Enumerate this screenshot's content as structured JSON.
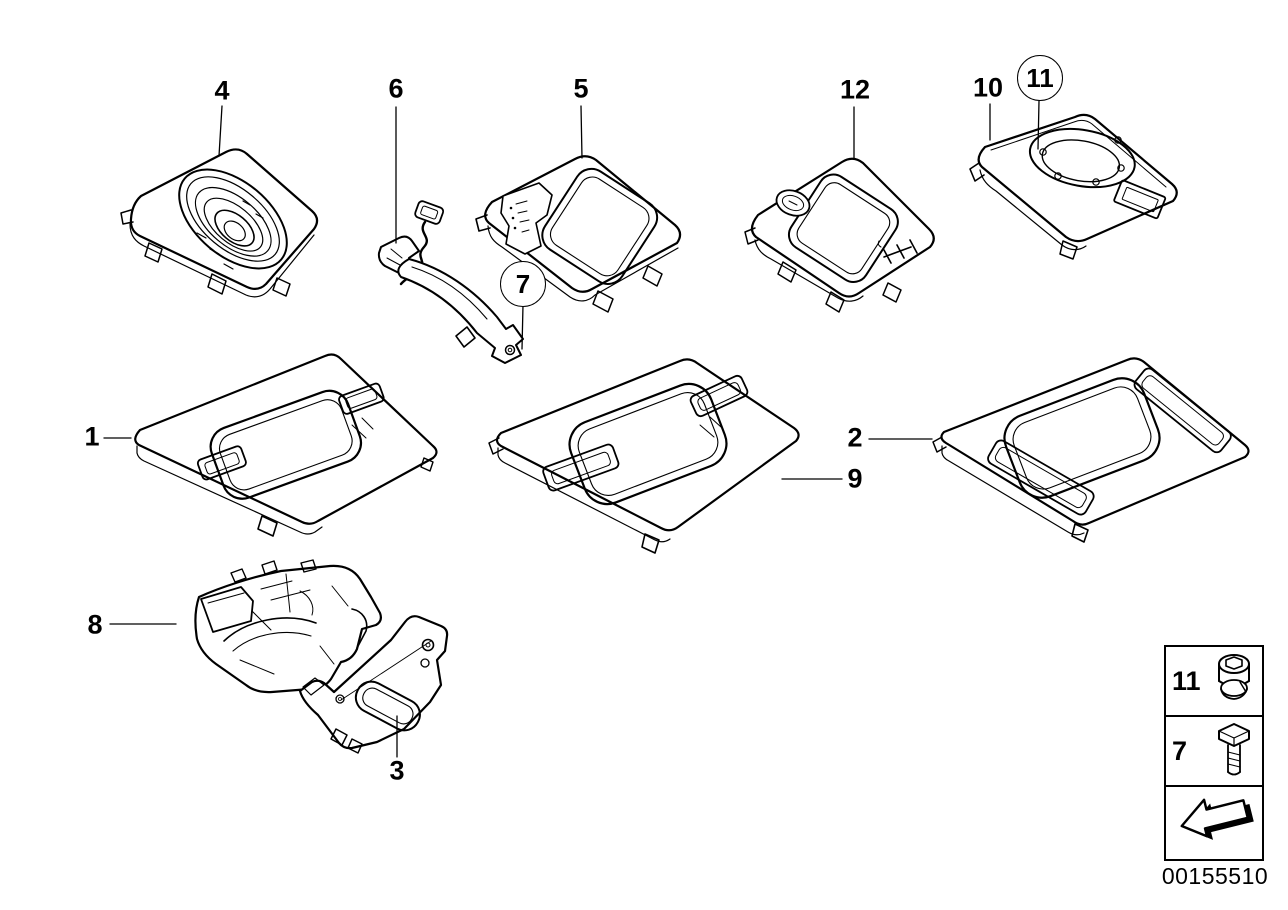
{
  "diagram": {
    "background_color": "#ffffff",
    "line_color": "#000000",
    "drawing_number": "00155510",
    "callouts": [
      {
        "label": "4",
        "circled": false
      },
      {
        "label": "6",
        "circled": false
      },
      {
        "label": "5",
        "circled": false
      },
      {
        "label": "12",
        "circled": false
      },
      {
        "label": "10",
        "circled": false
      },
      {
        "label": "11",
        "circled": true
      },
      {
        "label": "7",
        "circled": true
      },
      {
        "label": "1",
        "circled": false
      },
      {
        "label": "2",
        "circled": false
      },
      {
        "label": "9",
        "circled": false
      },
      {
        "label": "8",
        "circled": false
      },
      {
        "label": "3",
        "circled": false
      }
    ],
    "legend": {
      "items": [
        {
          "label": "11",
          "icon": "cap-nut-icon"
        },
        {
          "label": "7",
          "icon": "hex-bolt-icon"
        }
      ],
      "view_direction_icon": "direction-arrow-icon"
    }
  }
}
